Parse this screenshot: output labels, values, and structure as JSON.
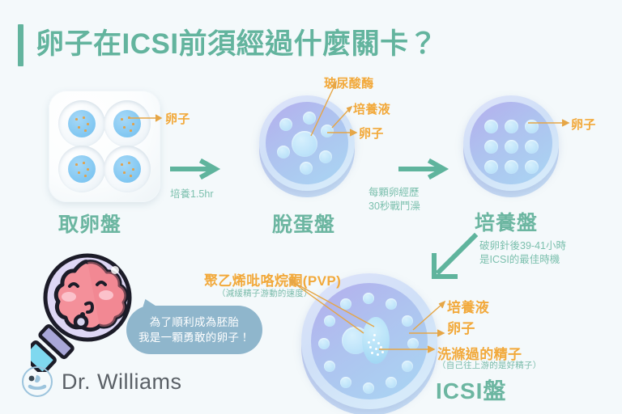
{
  "page": {
    "title": "卵子在ICSI前須經過什麼關卡？",
    "accent_color": "#63b49e",
    "label_color": "#f2a93b",
    "background_color": "#f4f9fb"
  },
  "steps": [
    {
      "id": "retrieval",
      "title": "取卵盤",
      "labels": [
        {
          "text": "卵子",
          "note": ""
        }
      ]
    },
    {
      "id": "denudation",
      "title": "脫蛋盤",
      "labels": [
        {
          "text": "玻尿酸酶",
          "note": ""
        },
        {
          "text": "培養液",
          "note": ""
        },
        {
          "text": "卵子",
          "note": ""
        }
      ]
    },
    {
      "id": "culture",
      "title": "培養盤",
      "labels": [
        {
          "text": "卵子",
          "note": ""
        }
      ]
    },
    {
      "id": "icsi",
      "title": "ICSI盤",
      "labels": [
        {
          "text": "聚乙烯吡咯烷酮(PVP)",
          "note": "（減緩精子游動的速度）"
        },
        {
          "text": "培養液",
          "note": ""
        },
        {
          "text": "卵子",
          "note": ""
        },
        {
          "text": "洗滌過的精子",
          "note": "（自己往上游的是好精子）"
        }
      ]
    }
  ],
  "transitions": [
    {
      "id": "t1",
      "lines": [
        "培養1.5hr"
      ]
    },
    {
      "id": "t2",
      "lines": [
        "每顆卵經歷",
        "30秒戰鬥澡"
      ]
    },
    {
      "id": "t3",
      "lines": [
        "破卵針後39-41小時",
        "是ICSI的最佳時機"
      ]
    }
  ],
  "mascot": {
    "speech": [
      "為了順利成為胚胎",
      "我是一顆勇敢的卵子！"
    ],
    "bubble_color": "#8fb6cc"
  },
  "brand": {
    "name": "Dr. Williams",
    "logo_icon": "doctor-avatar-icon"
  }
}
